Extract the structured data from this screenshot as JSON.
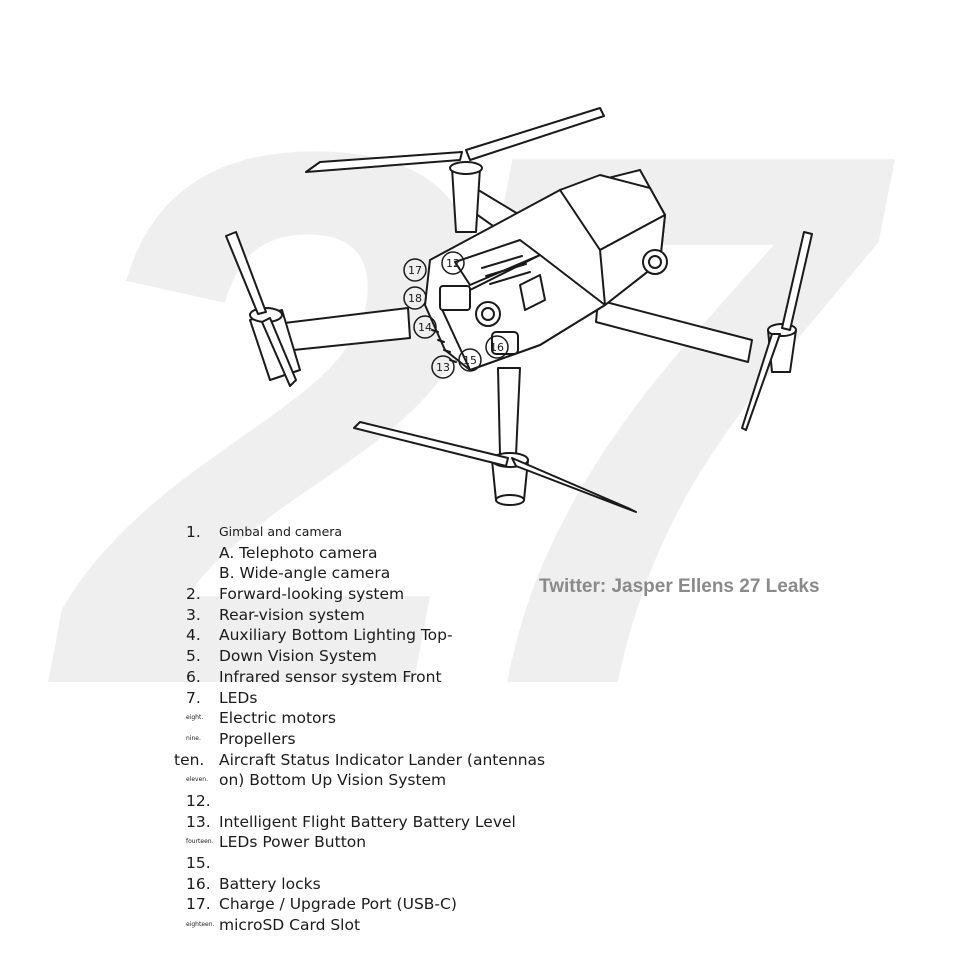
{
  "watermark": "27",
  "credit": "Twitter: Jasper Ellens 27 Leaks",
  "callouts": [
    "17",
    "12",
    "18",
    "14",
    "16",
    "15",
    "13"
  ],
  "legend": [
    {
      "num": "1.",
      "text": "Gimbal and camera",
      "numStyle": "normal",
      "textStyle": "small"
    },
    {
      "num": "",
      "text": "A. Telephoto camera",
      "numStyle": "normal",
      "textStyle": "normal"
    },
    {
      "num": "",
      "text": "B. Wide-angle camera",
      "numStyle": "normal",
      "textStyle": "normal"
    },
    {
      "num": "2.",
      "text": "Forward-looking system",
      "numStyle": "normal",
      "textStyle": "normal"
    },
    {
      "num": "3.",
      "text": "Rear-vision system",
      "numStyle": "normal",
      "textStyle": "normal"
    },
    {
      "num": "4.",
      "text": "Auxiliary Bottom Lighting Top-",
      "numStyle": "normal",
      "textStyle": "normal"
    },
    {
      "num": "5.",
      "text": "Down Vision System",
      "numStyle": "normal",
      "textStyle": "normal"
    },
    {
      "num": "6.",
      "text": "Infrared sensor system Front",
      "numStyle": "normal",
      "textStyle": "normal"
    },
    {
      "num": "7.",
      "text": "LEDs",
      "numStyle": "normal",
      "textStyle": "normal"
    },
    {
      "num": "eight.",
      "text": "Electric motors",
      "numStyle": "tiny",
      "textStyle": "normal"
    },
    {
      "num": "nine.",
      "text": "Propellers",
      "numStyle": "tiny",
      "textStyle": "normal"
    },
    {
      "num": "ten.",
      "text": "Aircraft Status Indicator Lander (antennas",
      "numStyle": "wide",
      "textStyle": "normal"
    },
    {
      "num": "eleven.",
      "text": "on) Bottom Up Vision System",
      "numStyle": "tiny",
      "textStyle": "normal"
    },
    {
      "num": "12.",
      "text": "",
      "numStyle": "normal",
      "textStyle": "normal"
    },
    {
      "num": "13.",
      "text": "Intelligent Flight Battery Battery Level",
      "numStyle": "normal",
      "textStyle": "normal"
    },
    {
      "num": "fourteen.",
      "text": "LEDs Power Button",
      "numStyle": "tiny",
      "textStyle": "normal"
    },
    {
      "num": "15.",
      "text": "",
      "numStyle": "normal",
      "textStyle": "normal"
    },
    {
      "num": "16.",
      "text": "Battery locks",
      "numStyle": "normal",
      "textStyle": "normal"
    },
    {
      "num": "17.",
      "text": "Charge / Upgrade Port (USB-C)",
      "numStyle": "normal",
      "textStyle": "normal"
    },
    {
      "num": "eighteen.",
      "text": "microSD Card Slot",
      "numStyle": "tiny",
      "textStyle": "normal"
    }
  ]
}
